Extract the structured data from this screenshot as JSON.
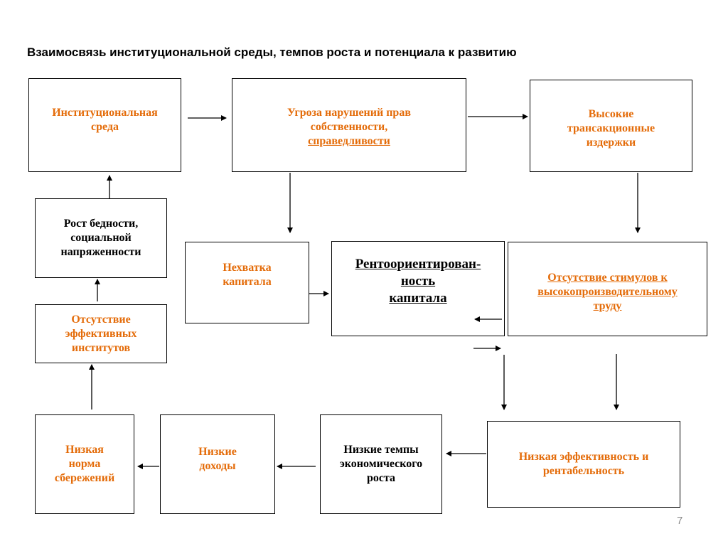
{
  "title": "Взаимосвязь институциональной среды, темпов роста и потенциала к развитию",
  "boxes": {
    "institutional_env": {
      "lines": [
        "Институциональная",
        "среда"
      ]
    },
    "threat_property_rights": {
      "lines": [
        "Угроза нарушений прав",
        "собственности,"
      ],
      "underlined_line": "справедливости"
    },
    "transaction_costs": {
      "lines": [
        "Высокие",
        "трансакционные",
        "издержки"
      ]
    },
    "poverty_growth": {
      "lines": [
        "Рост бедности,",
        "социальной",
        "напряженности"
      ]
    },
    "capital_shortage": {
      "lines": [
        "Нехватка",
        "капитала"
      ]
    },
    "rent_orientation": {
      "lines": [
        "Рентоориентирован-",
        "ность",
        "капитала"
      ]
    },
    "no_incentives": {
      "lines": [
        "Отсутствие стимулов к",
        "высокопроизводительному",
        "труду"
      ]
    },
    "no_effective_institutions": {
      "lines": [
        "Отсутствие",
        "эффективных",
        "институтов"
      ]
    },
    "low_savings": {
      "lines": [
        "Низкая",
        "норма",
        "сбережений"
      ]
    },
    "low_income": {
      "lines": [
        "Низкие",
        "доходы"
      ]
    },
    "low_growth": {
      "lines": [
        "Низкие темпы",
        "экономического",
        "роста"
      ]
    },
    "low_efficiency": {
      "lines": [
        "Низкая эффективность и",
        "рентабельность"
      ]
    }
  },
  "page_number": "7",
  "colors": {
    "accent": "#E46C0A",
    "text": "#000000",
    "border": "#000000"
  }
}
